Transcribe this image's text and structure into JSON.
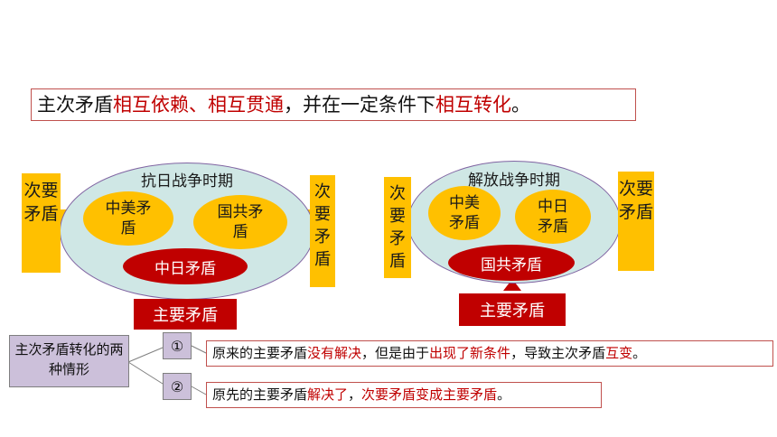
{
  "headline": {
    "p1": "主次矛盾",
    "p2": "相互依赖、相互贯通",
    "p3": "，并在一定条件下",
    "p4": "相互转化",
    "p5": "。"
  },
  "left": {
    "title": "抗日战争时期",
    "side_left": "次要矛盾",
    "side_right": "次要矛盾",
    "oval1": "中美矛盾",
    "oval2": "国共矛盾",
    "main": "中日矛盾",
    "main_label": "主要矛盾"
  },
  "right": {
    "title": "解放战争时期",
    "side_left": "次要矛盾",
    "side_right": "次要矛盾",
    "oval1": "中美矛盾",
    "oval2": "中日矛盾",
    "main": "国共矛盾",
    "main_label": "主要矛盾"
  },
  "bottom": {
    "label": "主次矛盾转化的两种情形",
    "n1": "①",
    "n2": "②",
    "line1": {
      "a": "原来的主要矛盾",
      "b": "没有解决",
      "c": "，但是由于",
      "d": "出现了新条件",
      "e": "，导致主次矛盾",
      "f": "互变",
      "g": "。"
    },
    "line2": {
      "a": "原先的主要矛盾",
      "b": "解决了",
      "c": "，",
      "d": "次要矛盾变成主要矛盾",
      "e": "。"
    }
  },
  "colors": {
    "accent_red": "#c00000",
    "yellow": "#ffc000",
    "ellipse_fill": "#cfe7e5",
    "lavender": "#ccc0da"
  }
}
